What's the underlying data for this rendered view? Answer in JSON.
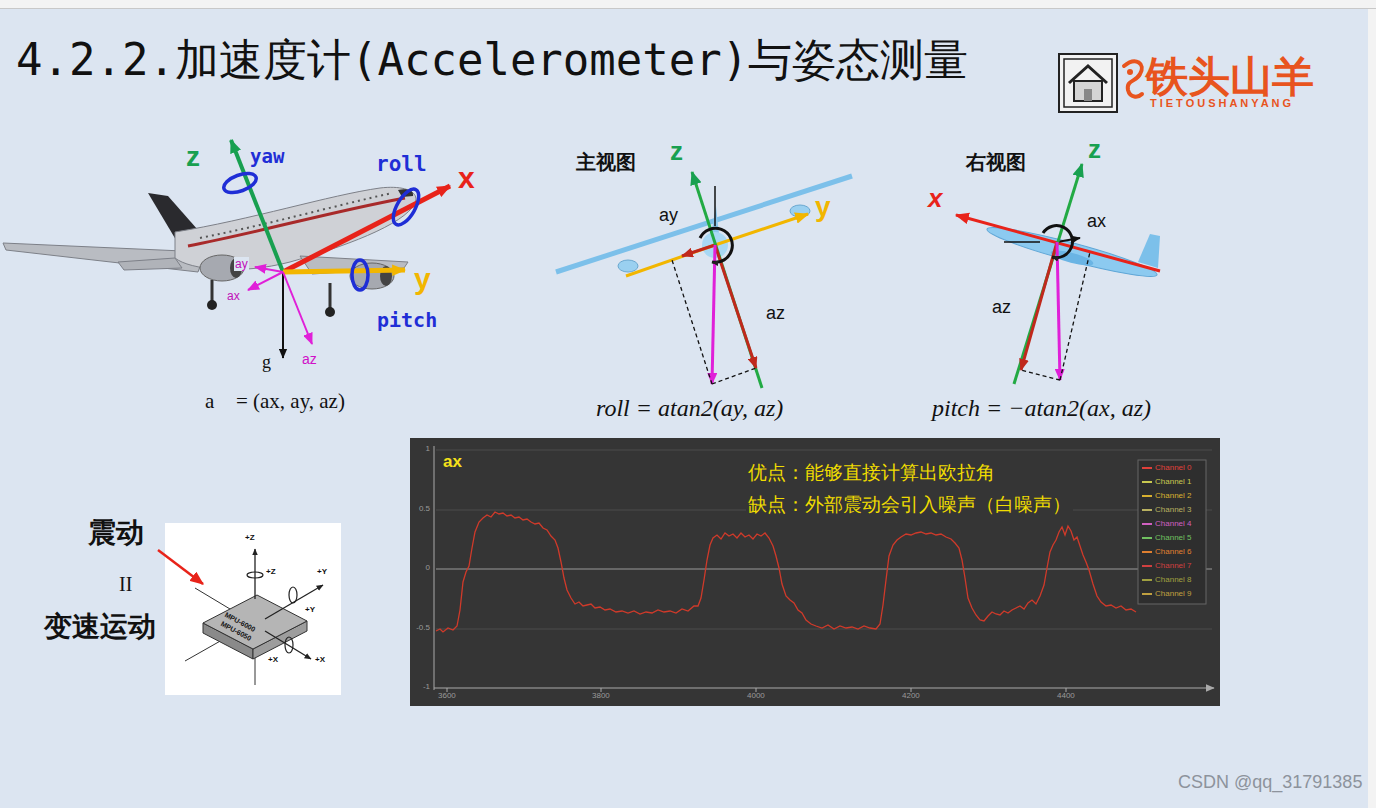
{
  "diagram": {
    "title": "4.2.2.加速度计(Accelerometer)与姿态测量",
    "nodes": [
      {
        "text": [
          "ax",
          "优点：能够直接计算出欧拉角",
          "缺点：外部震动会引入噪声（白噪声）",
          "1",
          "0.5",
          "0",
          "-0.5",
          "-1",
          "3600",
          "3800",
          "4000",
          "4200",
          "4400"
        ]
      },
      {
        "text": [
          "+Z",
          "+Z",
          "+Y",
          "+Y",
          "+X",
          "+X",
          "MPU-6000",
          "MPU-6050"
        ]
      }
    ],
    "labels": [
      "铁头山羊",
      "TIETOUSHANYANG",
      "z",
      "yaw",
      "roll",
      "x",
      "ay",
      "ax",
      "y",
      "pitch",
      "g",
      "az",
      "a⃗ = (ax, ay, az)",
      "主视图",
      "z",
      "ay",
      "y",
      "az",
      "roll = atan2(ay, az)",
      "右视图",
      "z",
      "x",
      "ax",
      "az",
      "pitch = −atan2(ax, az)",
      "震动",
      "II",
      "变速运动",
      "CSDN @qq_31791385"
    ],
    "legend": [
      {
        "text": "Channel 0",
        "color": "#e0403a"
      },
      {
        "text": "Channel 1",
        "color": "#c8c850"
      },
      {
        "text": "Channel 2",
        "color": "#d8b030"
      },
      {
        "text": "Channel 3",
        "color": "#b8b060"
      },
      {
        "text": "Channel 4",
        "color": "#d060c0"
      },
      {
        "text": "Channel 5",
        "color": "#70c060"
      },
      {
        "text": "Channel 6",
        "color": "#e08030"
      },
      {
        "text": "Channel 7",
        "color": "#d04040"
      },
      {
        "text": "Channel 8",
        "color": "#a0a040"
      },
      {
        "text": "Channel 9",
        "color": "#c0a040"
      }
    ]
  }
}
